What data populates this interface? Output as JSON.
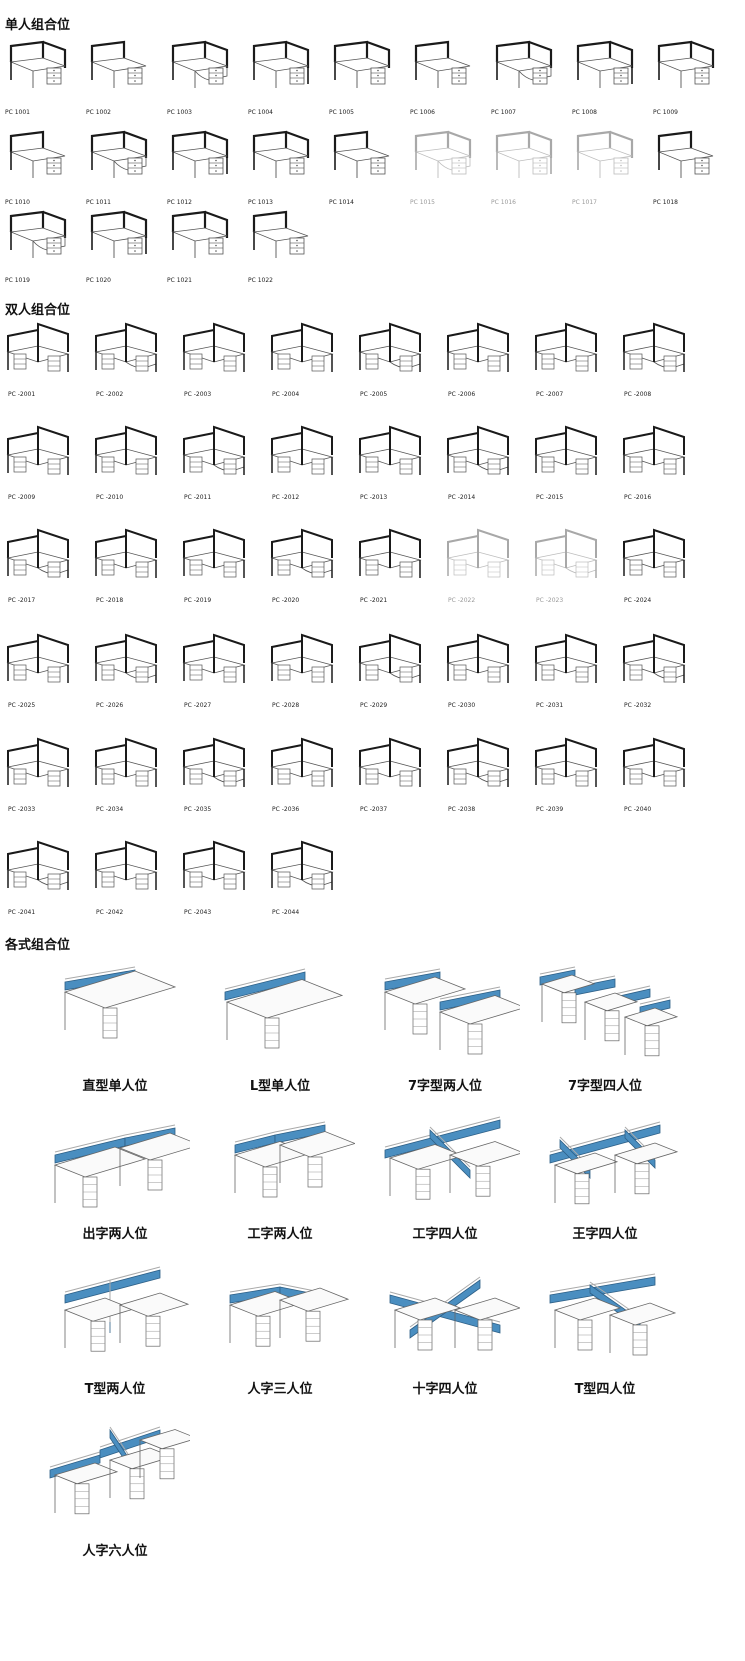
{
  "sections": {
    "single": {
      "title": "单人组合位",
      "items": [
        "PC 1001",
        "PC 1002",
        "PC 1003",
        "PC 1004",
        "PC 1005",
        "PC 1006",
        "PC 1007",
        "PC 1008",
        "PC 1009",
        "PC 1010",
        "PC 1011",
        "PC 1012",
        "PC 1013",
        "PC 1014",
        "PC 1015",
        "PC 1016",
        "PC 1017",
        "PC 1018",
        "PC 1019",
        "PC 1020",
        "PC 1021",
        "PC 1022"
      ]
    },
    "double": {
      "title": "双人组合位",
      "items": [
        "PC -2001",
        "PC -2002",
        "PC -2003",
        "PC -2004",
        "PC -2005",
        "PC -2006",
        "PC -2007",
        "PC -2008",
        "PC -2009",
        "PC -2010",
        "PC -2011",
        "PC -2012",
        "PC -2013",
        "PC -2014",
        "PC -2015",
        "PC -2016",
        "PC -2017",
        "PC -2018",
        "PC -2019",
        "PC -2020",
        "PC -2021",
        "PC -2022",
        "PC -2023",
        "PC -2024",
        "PC -2025",
        "PC -2026",
        "PC -2027",
        "PC -2028",
        "PC -2029",
        "PC -2030",
        "PC -2031",
        "PC -2032",
        "PC -2033",
        "PC -2034",
        "PC -2035",
        "PC -2036",
        "PC -2037",
        "PC -2038",
        "PC -2039",
        "PC -2040",
        "PC -2041",
        "PC -2042",
        "PC -2043",
        "PC -2044"
      ]
    },
    "combos": {
      "title": "各式组合位",
      "items": [
        "直型单人位",
        "L型单人位",
        "7字型两人位",
        "7字型四人位",
        "出字两人位",
        "工字两人位",
        "工字四人位",
        "王字四人位",
        "T型两人位",
        "人字三人位",
        "十字四人位",
        "T型四人位",
        "人字六人位"
      ]
    }
  },
  "colors": {
    "panel_blue": "#4a8ec0",
    "line": "#222222",
    "faint": "#9a9a9a"
  }
}
